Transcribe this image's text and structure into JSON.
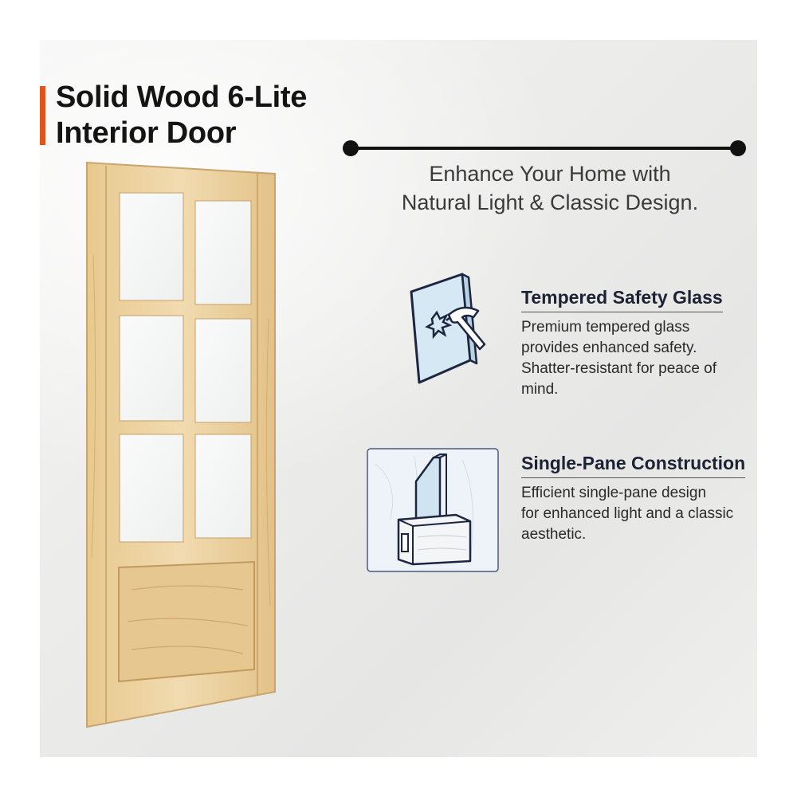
{
  "header": {
    "title_line1": "Solid Wood 6-Lite",
    "title_line2": "Interior Door",
    "accent_color": "#e0541e"
  },
  "tagline": {
    "line1": "Enhance Your Home with",
    "line2": "Natural Light & Classic Design."
  },
  "features": [
    {
      "icon": "shattered-glass-hammer-icon",
      "title": "Tempered Safety Glass",
      "lines": [
        "Premium tempered glass",
        "provides enhanced safety.",
        "Shatter-resistant for peace of",
        "mind."
      ]
    },
    {
      "icon": "single-pane-cross-section-icon",
      "title": "Single-Pane Construction",
      "lines": [
        "Efficient single-pane design",
        "for enhanced light and a classic",
        "aesthetic."
      ]
    }
  ],
  "colors": {
    "wood": "#ecd3a3",
    "wood_dark": "#d4b27b",
    "icon_stroke": "#1d2640",
    "icon_fill": "#d6e8f3"
  }
}
